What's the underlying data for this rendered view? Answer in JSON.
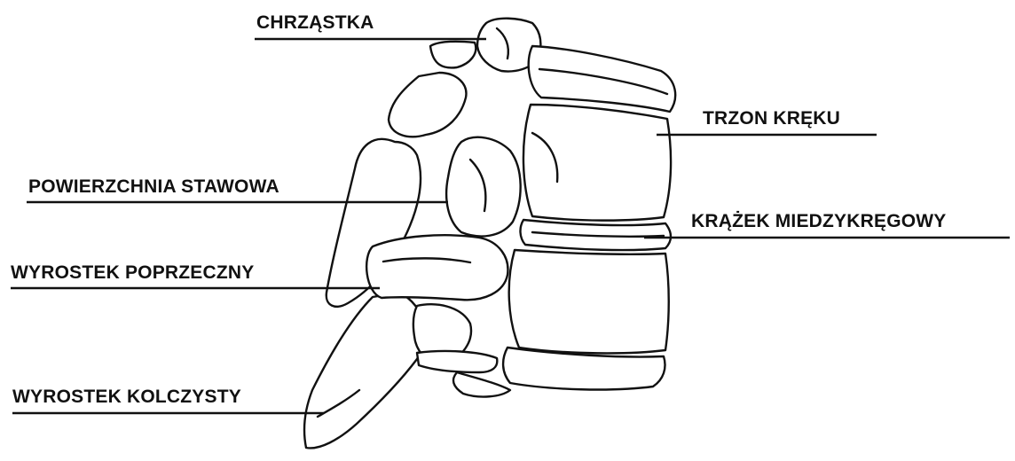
{
  "labels": {
    "cartilage": "CHRZĄSTKA",
    "vertebral_body": "TRZON KRĘKU",
    "articular_surface": "POWIERZCHNIA STAWOWA",
    "intervertebral_disc": "KRĄŻEK MIEDZYKRĘGOWY",
    "transverse_process": "WYROSTEK POPRZECZNY",
    "spinous_process": "WYROSTEK KOLCZYSTY"
  },
  "colors": {
    "ink": "#111111",
    "background": "#ffffff"
  }
}
